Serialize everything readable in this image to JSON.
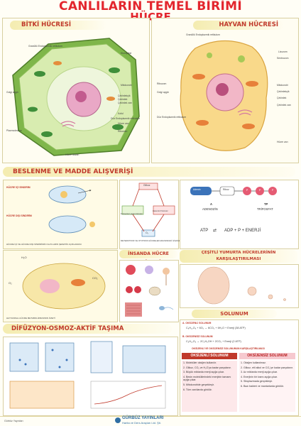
{
  "header": {
    "title_line1": "CANLILARIN TEMEL BİRİMİ",
    "title_line2": "HÜCRE"
  },
  "plant_cell": {
    "title": "BİTKİ HÜCRESİ",
    "labels": {
      "granular_er": "Granüllü Endoplazmik retikulum",
      "nucleolus": "Çekirdekçik",
      "nucleus": "Çekirdek",
      "chloroplast": "Kloroplast",
      "mitochondria": "Mitokondri",
      "nuclear_envelope": "Çekirdek zarı",
      "golgi": "Golgi aygıtı",
      "vacuole": "Koful",
      "smooth_er": "Düz Endoplazmik retikulum",
      "cell_membrane": "Hücre zarı",
      "ribosome": "Ribozom",
      "plasmodesma": "Plazmodezma",
      "cell_wall": "Hücre duvarı"
    }
  },
  "animal_cell": {
    "title": "HAYVAN HÜCRESİ",
    "labels": {
      "granular_er": "Granüllü Endoplazmik retikulum",
      "lysosome": "Lizozom",
      "centrosome": "Sentrozom",
      "ribosome": "Ribozom",
      "mitochondria": "Mitokondri",
      "nucleolus": "Çekirdekçik",
      "golgi": "Golgi aygıtı",
      "nucleus": "Çekirdek",
      "smooth_er": "Düz Endoplazmik retikulum",
      "cell_membrane": "Hücre zarı",
      "nuclear_envelope": "Çekirdek zarı"
    }
  },
  "nutrition": {
    "title": "BESLENME VE MADDE ALIŞVERİŞİ",
    "intake_label": "HÜCRE İÇİ SİNDİRİM",
    "outside_label": "HÜCRE DIŞI SİNDİRİM",
    "intake_caption": "HÜCRE İÇİ VE HÜCRE DIŞI SİNDİRİMİN OLAYLARIN ŞEMATİK AÇIKLAMASI",
    "glucose_label": "Glikoz",
    "photosynthesis_label": "Fotosentez yapan hücreler",
    "respiration_label": "Heterotrof hücreler",
    "cycle_caption": "METEROTROF VE OTOTROF HÜCRELER ARASINDAKİ İLİŞKİLER",
    "o2": "O₂",
    "co2": "CO₂",
    "h2o": "H₂O",
    "exchange_caption": "HAYVANSAL HÜCRE METABOLİZMASININ ÖZETİ"
  },
  "atp": {
    "adenine": "Adenin",
    "ribose": "Riboz",
    "p": "P",
    "adenosine_label": "A",
    "adenosine_name": "ADENOZİN",
    "tp_label": "TP",
    "tp_name": "TRİFOSFAT",
    "eq_left": "ATP",
    "eq_right": "ADP + P + ENERJİ"
  },
  "human_cells": {
    "title": "İNSANDA HÜCRE ÇEŞİTLERİ"
  },
  "eggs": {
    "title": "ÇEŞİTLİ YUMURTA HÜCRELERİNİN KARŞILAŞTIRILMASI"
  },
  "respiration": {
    "title": "SOLUNUM",
    "oxygen_title": "A. OKSİJENLİ SOLUNUM",
    "oxygen_eq": "C₆H₁₂O₆ + 6O₂ → 6CO₂ + 6H₂O + Enerji (38 ATP)",
    "anaerobic_title": "B. OKSİJENSİZ SOLUNUM",
    "anaerobic_eq": "C₆H₁₂O₆ → 2C₂H₅OH + 2CO₂ + Enerji (2 ATP)",
    "compare_title": "OKSİJENLİ VE OKSİJENSİZ SOLUNUMUN KARŞILAŞTIRILMASI",
    "col_left": "OKSİJENLİ SOLUNUM",
    "col_right": "OKSİJENSİZ SOLUNUM",
    "left_items": [
      "1. Moleküler oksijen kullanılır.",
      "2. Glikoz, CO₂ ve H₂O'ya kadar parçalanır.",
      "3. Büyük miktarda enerji açığa çıkar.",
      "4. Besin moleküllerindeki enerjinin tamamı açığa çıkar.",
      "5. Mitokondride gerçekleşir.",
      "6. Tüm canlılarda görülür."
    ],
    "right_items": [
      "1. Oksijen kullanılmaz.",
      "2. Glikoz, etil alkol ve CO₂'ye kadar parçalanır.",
      "3. Az miktarda enerji açığa çıkar.",
      "4. Enerjinin bir kısmı açığa çıkar.",
      "5. Sitoplazmada gerçekleşir.",
      "6. Bazı bakteri ve mantarlarda görülür."
    ]
  },
  "diffusion": {
    "title": "DİFÜZYON-OSMOZ-AKTİF TAŞIMA"
  },
  "footer": {
    "left": "Gürbüz Yayınları",
    "brand_line1": "GÜRBÜZ YAYINLARI",
    "brand_line2": "Harita ve Ders Araçları Ltd. Şti."
  },
  "colors": {
    "title_red": "#e3262e",
    "banner_text": "#c0392b",
    "plant_green": "#a9cf6a",
    "animal_yellow": "#f6d46a"
  }
}
